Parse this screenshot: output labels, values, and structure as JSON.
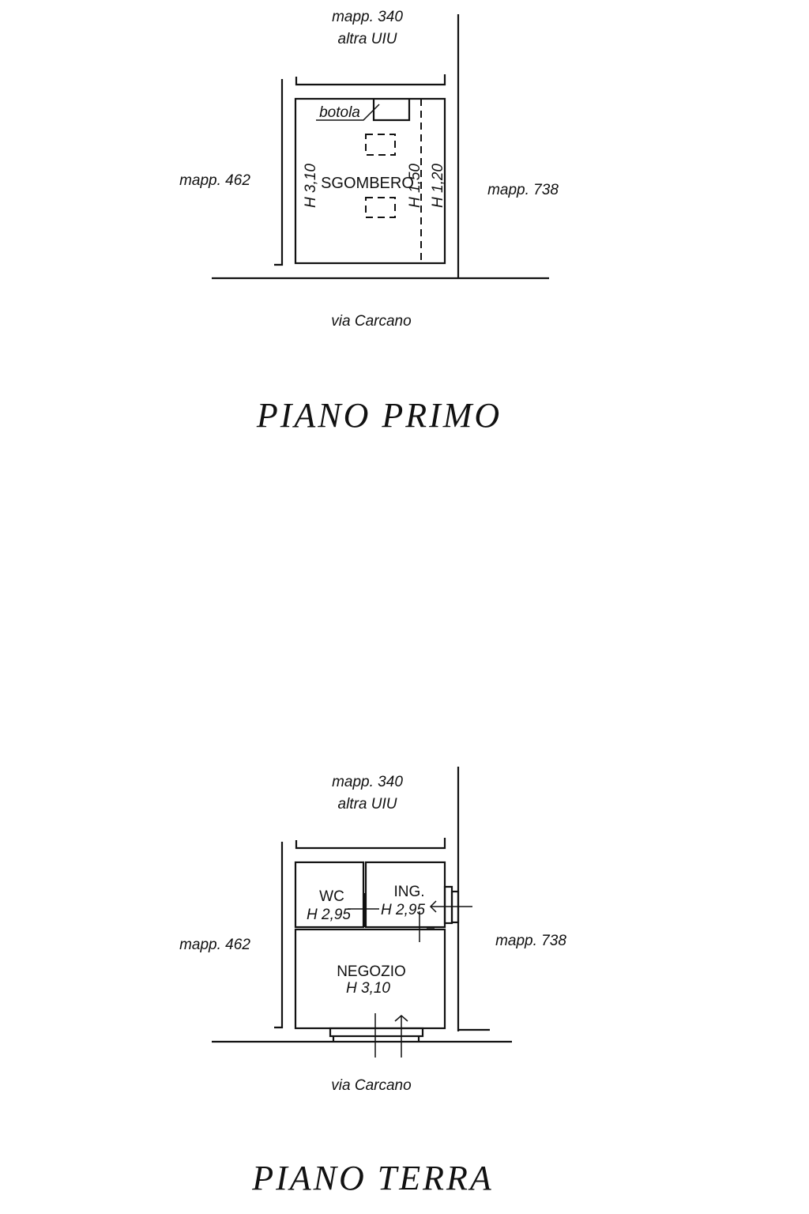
{
  "piano_primo": {
    "title": "PIANO PRIMO",
    "north_label_1": "mapp. 340",
    "north_label_2": "altra UIU",
    "west_label": "mapp. 462",
    "east_label": "mapp. 738",
    "street_label": "via Carcano",
    "room_label": "SGOMBERO",
    "hatch_label": "botola",
    "heights": [
      "H 3,10",
      "H 1,50",
      "H 1,20"
    ]
  },
  "piano_terra": {
    "title": "PIANO TERRA",
    "north_label_1": "mapp. 340",
    "north_label_2": "altra UIU",
    "west_label": "mapp. 462",
    "east_label": "mapp. 738",
    "street_label": "via Carcano",
    "rooms": [
      {
        "name": "WC",
        "height": "H 2,95"
      },
      {
        "name": "ING.",
        "height": "H 2,95"
      },
      {
        "name": "NEGOZIO",
        "height": "H 3,10"
      }
    ]
  }
}
